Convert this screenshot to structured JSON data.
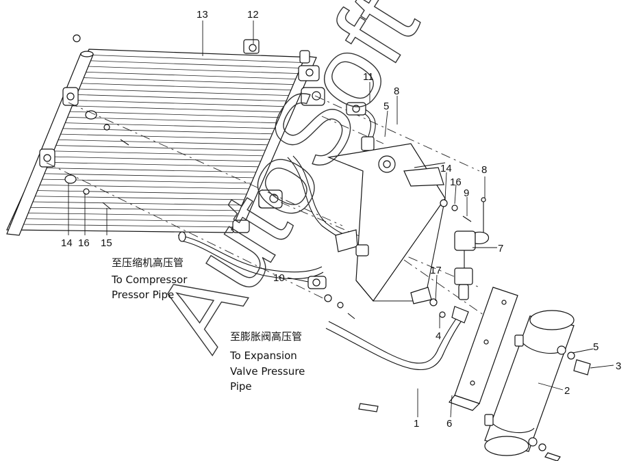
{
  "callouts": {
    "c13": "13",
    "c12": "12",
    "c11": "11",
    "c8a": "8",
    "c5a": "5",
    "c14a": "14",
    "c16a": "16",
    "c9": "9",
    "c8b": "8",
    "c7": "7",
    "c17": "17",
    "c4": "4",
    "c5b": "5",
    "c3": "3",
    "c2": "2",
    "c1": "1",
    "c6": "6",
    "c10": "10",
    "c14b": "14",
    "c16b": "16",
    "c15": "15"
  },
  "notes": {
    "compressor_cn": "至压缩机高压管",
    "compressor_en_1": "To Compressor",
    "compressor_en_2": "Pressor Pipe",
    "expansion_cn": "至膨胀阀高压管",
    "expansion_en_1": "To Expansion",
    "expansion_en_2": "Valve Pressure",
    "expansion_en_3": "Pipe"
  },
  "watermark": "AutoSoft"
}
